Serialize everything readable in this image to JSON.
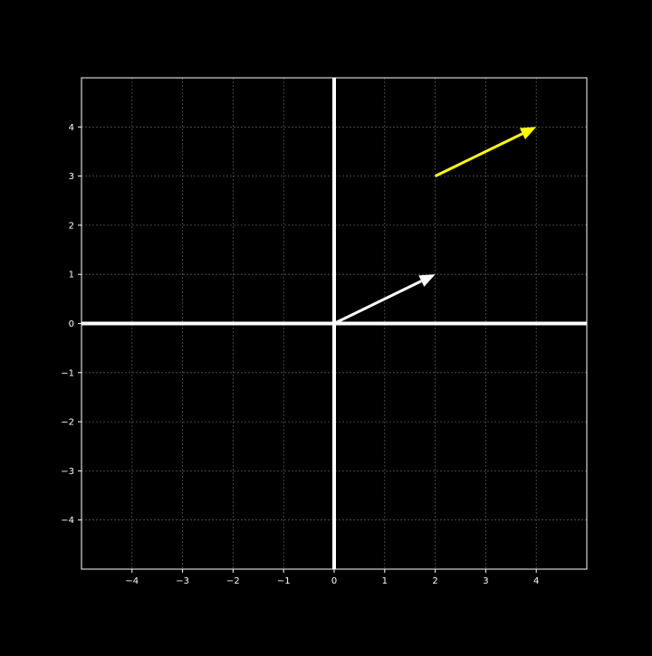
{
  "colors": {
    "background": "#000000",
    "plot_background": "#000000",
    "axes": "#ffffff",
    "grid": "#555555",
    "vector_primary": "#ffffff",
    "vector_secondary": "#ffff00"
  },
  "chart_data": {
    "type": "quiver",
    "title": "",
    "xlabel": "",
    "ylabel": "",
    "xlim": [
      -5,
      5
    ],
    "ylim": [
      -5,
      5
    ],
    "grid": true,
    "x_ticks": [
      -4,
      -3,
      -2,
      -1,
      0,
      1,
      2,
      3,
      4
    ],
    "y_ticks": [
      -4,
      -3,
      -2,
      -1,
      0,
      1,
      2,
      3,
      4
    ],
    "x_tick_labels": [
      "−4",
      "−3",
      "−2",
      "−1",
      "0",
      "1",
      "2",
      "3",
      "4"
    ],
    "y_tick_labels": [
      "−4",
      "−3",
      "−2",
      "−1",
      "0",
      "1",
      "2",
      "3",
      "4"
    ],
    "vectors": [
      {
        "x0": 0,
        "y0": 0,
        "x1": 2,
        "y1": 1,
        "color": "#ffffff"
      },
      {
        "x0": 2,
        "y0": 3,
        "x1": 4,
        "y1": 4,
        "color": "#ffff00"
      }
    ]
  }
}
